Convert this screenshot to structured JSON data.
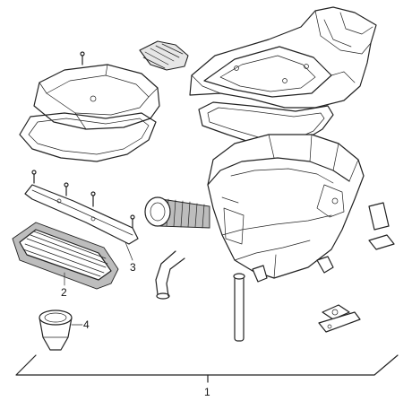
{
  "callouts": {
    "assembly": "1",
    "element": "2",
    "frame": "3",
    "funnel": "4"
  }
}
